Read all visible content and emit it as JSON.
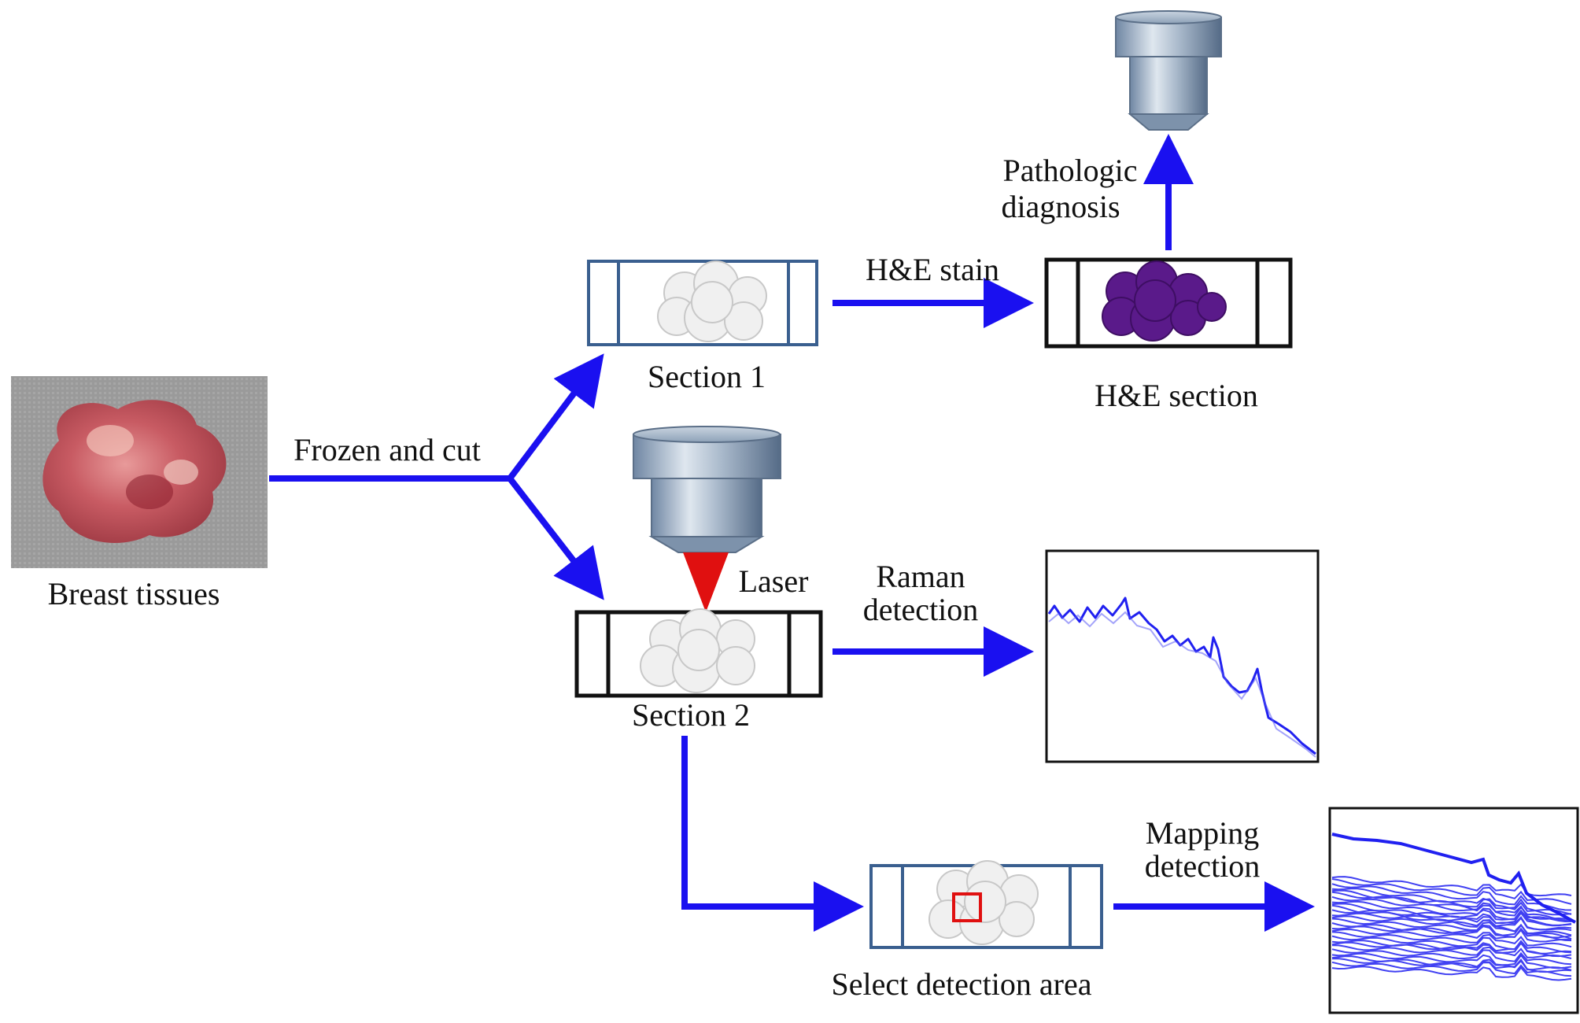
{
  "labels": {
    "breast_tissues": "Breast tissues",
    "frozen_and_cut": "Frozen and cut",
    "section1": "Section 1",
    "he_stain": "H&E stain",
    "he_section": "H&E section",
    "pathologic_line1": "Pathologic",
    "pathologic_line2": "diagnosis",
    "laser": "Laser",
    "section2": "Section 2",
    "raman_line1": "Raman",
    "raman_line2": "detection",
    "select_area": "Select detection area",
    "mapping_line1": "Mapping",
    "mapping_line2": "detection"
  },
  "colors": {
    "arrow": "#1a10f0",
    "frame_blue": "#3a5f8f",
    "frame_black": "#111111",
    "he_stain": "#5a1a8a",
    "laser": "#e01010",
    "spectrum": "#2020f0",
    "selection_box": "#e01010",
    "tissue_photo": "#c86a6a"
  },
  "icons": {
    "objective": "microscope-objective-icon",
    "tissue": "tissue-sample-icon"
  }
}
